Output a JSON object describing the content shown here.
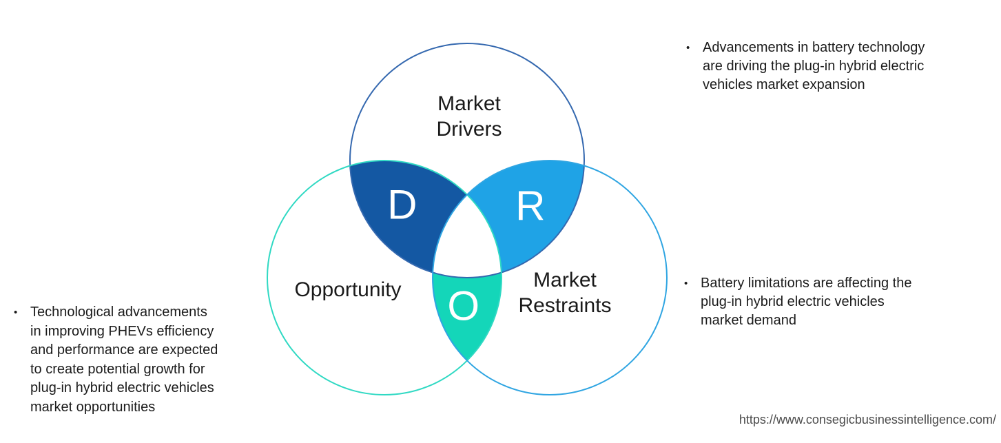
{
  "venn": {
    "drivers": {
      "label": "Market Drivers",
      "letter": "D",
      "fill_color": "#1458A3",
      "stroke_color": "#3468AF"
    },
    "opportunity": {
      "label": "Opportunity",
      "letter": "O",
      "fill_color": "#14D6B9",
      "stroke_color": "#2FD9C3"
    },
    "restraints": {
      "label": "Market Restraints",
      "letter": "R",
      "fill_color": "#1FA3E6",
      "stroke_color": "#2FA5E2"
    },
    "center_fill": "#FFFFFF"
  },
  "bullets": {
    "marker": "•",
    "drivers": "Advancements in battery technology are driving the plug-in hybrid electric vehicles market expansion",
    "restraints": "Battery limitations are affecting the plug-in hybrid electric vehicles market demand",
    "opportunity": "Technological advancements in improving PHEVs efficiency and performance are expected to create potential growth for plug-in hybrid electric vehicles market opportunities"
  },
  "footer": {
    "url": "https://www.consegicbusinessintelligence.com/"
  }
}
